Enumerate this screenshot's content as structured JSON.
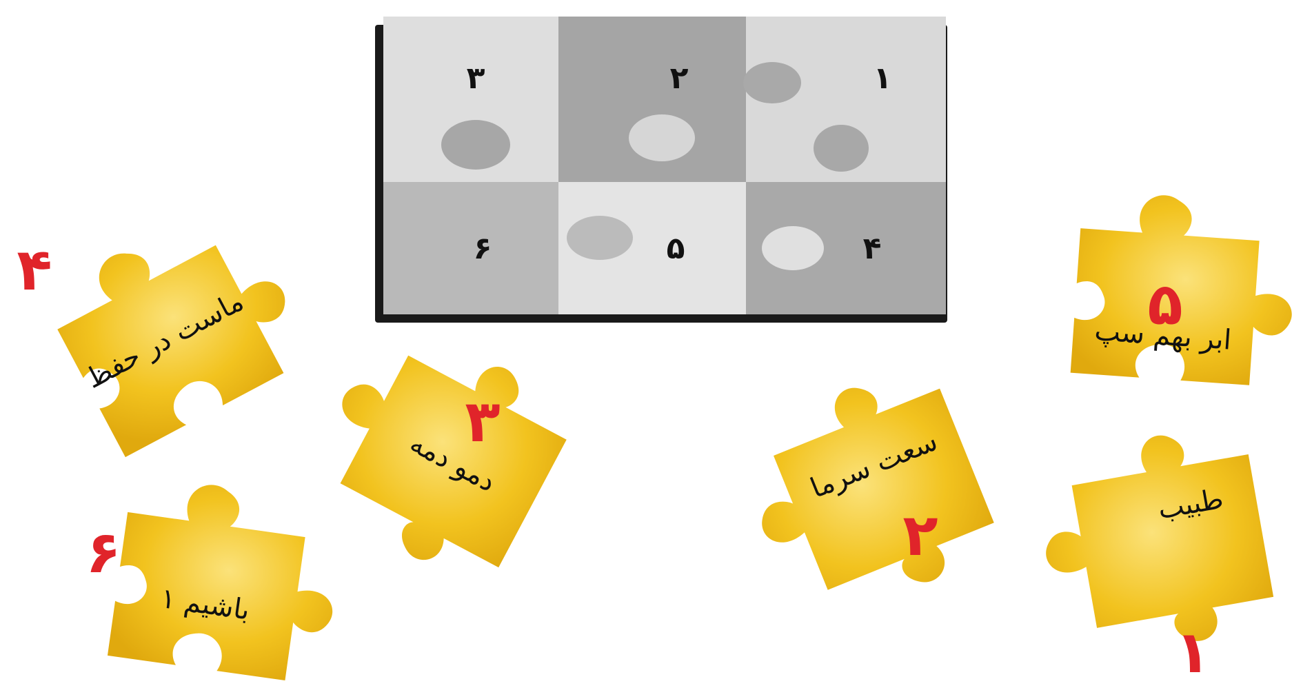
{
  "board": {
    "numbers": [
      "۱",
      "۲",
      "۳",
      "۴",
      "۵",
      "۶"
    ],
    "colors": {
      "light": "#dcdcdc",
      "mid": "#bfbfbf",
      "dark": "#a2a2a2",
      "lighter": "#e6e6e6",
      "shadow": "#1a1a1a"
    }
  },
  "pieces": [
    {
      "text": "ماست در حفظ",
      "number": "۴"
    },
    {
      "text": "دمو دمه",
      "number": "۳"
    },
    {
      "text": "۱ باشیم",
      "number": "۶"
    },
    {
      "text": "سعت سرما",
      "number": "۲"
    },
    {
      "text": "ابر بهم سپ",
      "number": "۵"
    },
    {
      "text": "طبیب",
      "number": "۱"
    }
  ],
  "piece_color": "#f2c31f",
  "piece_highlight": "#fbe27a",
  "number_color": "#e0242a"
}
